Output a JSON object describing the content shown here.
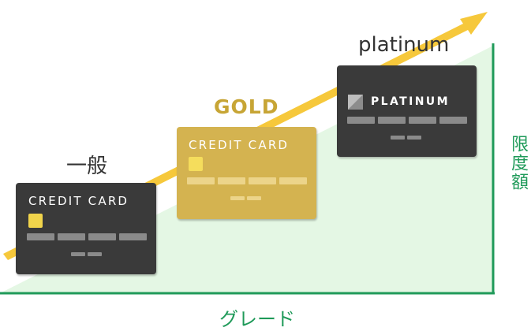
{
  "tiers": {
    "general": {
      "label": "一般",
      "card_title": "CREDIT CARD"
    },
    "gold": {
      "label": "GOLD",
      "card_title": "CREDIT CARD"
    },
    "platinum": {
      "label": "platinum",
      "card_title": "PLATINUM"
    }
  },
  "axes": {
    "x_label": "グレード",
    "y_label": "限度額"
  },
  "colors": {
    "axis_green": "#1f9a59",
    "area_fill": "#e4f7e4",
    "arrow_yellow": "#f6c83b",
    "dark_card": "#3a3a3a",
    "gold_card": "#d4b350",
    "gold_text": "#c7a535"
  }
}
